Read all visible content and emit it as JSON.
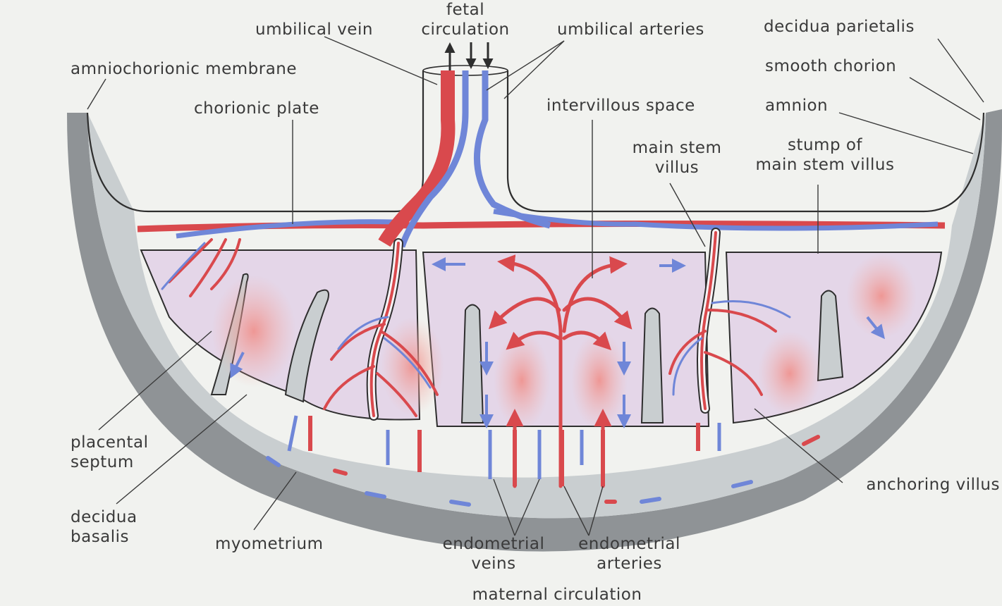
{
  "labels": {
    "fetal_circulation": "fetal\ncirculation",
    "umbilical_vein": "umbilical vein",
    "umbilical_arteries": "umbilical arteries",
    "decidua_parietalis": "decidua parietalis",
    "amniochorionic_membrane": "amniochorionic membrane",
    "smooth_chorion": "smooth chorion",
    "chorionic_plate": "chorionic plate",
    "intervillous_space": "intervillous space",
    "amnion": "amnion",
    "main_stem_villus": "main stem\nvillus",
    "stump_of_main_stem_villus": "stump of\nmain stem villus",
    "placental_septum": "placental\nseptum",
    "decidua_basalis": "decidua\nbasalis",
    "myometrium": "myometrium",
    "endometrial_veins": "endometrial\nveins",
    "endometrial_arteries": "endometrial\narteries",
    "maternal_circulation": "maternal circulation",
    "anchoring_villus": "anchoring villus"
  },
  "colors": {
    "background": "#f1f2ef",
    "myometrium": "#8f9396",
    "decidua": "#c9ced0",
    "intervillous": "#e4d6e8",
    "fetal_artery_blood": "#d9494d",
    "fetal_vein_blood": "#6f86d8",
    "maternal_flush": "#f3b5b0",
    "outline": "#2e2e2e"
  }
}
